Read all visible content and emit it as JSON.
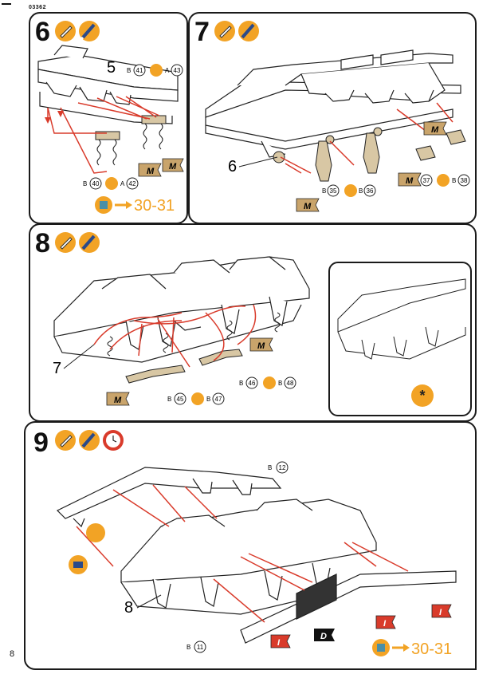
{
  "page": {
    "code": "03362",
    "number": "8"
  },
  "colors": {
    "orange": "#f2a325",
    "red": "#d93b2b",
    "tan": "#c9a46b",
    "teal": "#4a8fa8"
  },
  "steps": [
    {
      "number": "6",
      "callouts": {
        "part_label": "5",
        "ref_top_b": "B",
        "ref_top_b_num": "41",
        "ref_top_a": "A",
        "ref_top_a_num": "43",
        "ref_bot_b": "B",
        "ref_bot_b_num": "40",
        "ref_bot_a": "A",
        "ref_bot_a_num": "42",
        "flag_m1": "M",
        "flag_m2": "M",
        "paint_ref": "30-31"
      }
    },
    {
      "number": "7",
      "callouts": {
        "part_label": "6",
        "ref1_b": "B",
        "ref1_num": "35",
        "ref2_b": "B",
        "ref2_num": "36",
        "ref3_b": "B",
        "ref3_num": "37",
        "ref4_b": "B",
        "ref4_num": "38",
        "flag_m1": "M",
        "flag_m2": "M",
        "flag_m3": "M"
      }
    },
    {
      "number": "8",
      "callouts": {
        "part_label": "7",
        "ref1_b": "B",
        "ref1_num": "45",
        "ref2_b": "B",
        "ref2_num": "47",
        "ref3_b": "B",
        "ref3_num": "46",
        "ref4_b": "B",
        "ref4_num": "48",
        "flag_m1": "M",
        "flag_m2": "M"
      }
    },
    {
      "number": "9",
      "callouts": {
        "part_label": "8",
        "ref_top_b": "B",
        "ref_top_num": "12",
        "ref_bot_b": "B",
        "ref_bot_num": "11",
        "flag_i1": "I",
        "flag_i2": "I",
        "flag_i3": "I",
        "flag_d": "D",
        "paint_ref": "30-31"
      }
    }
  ]
}
